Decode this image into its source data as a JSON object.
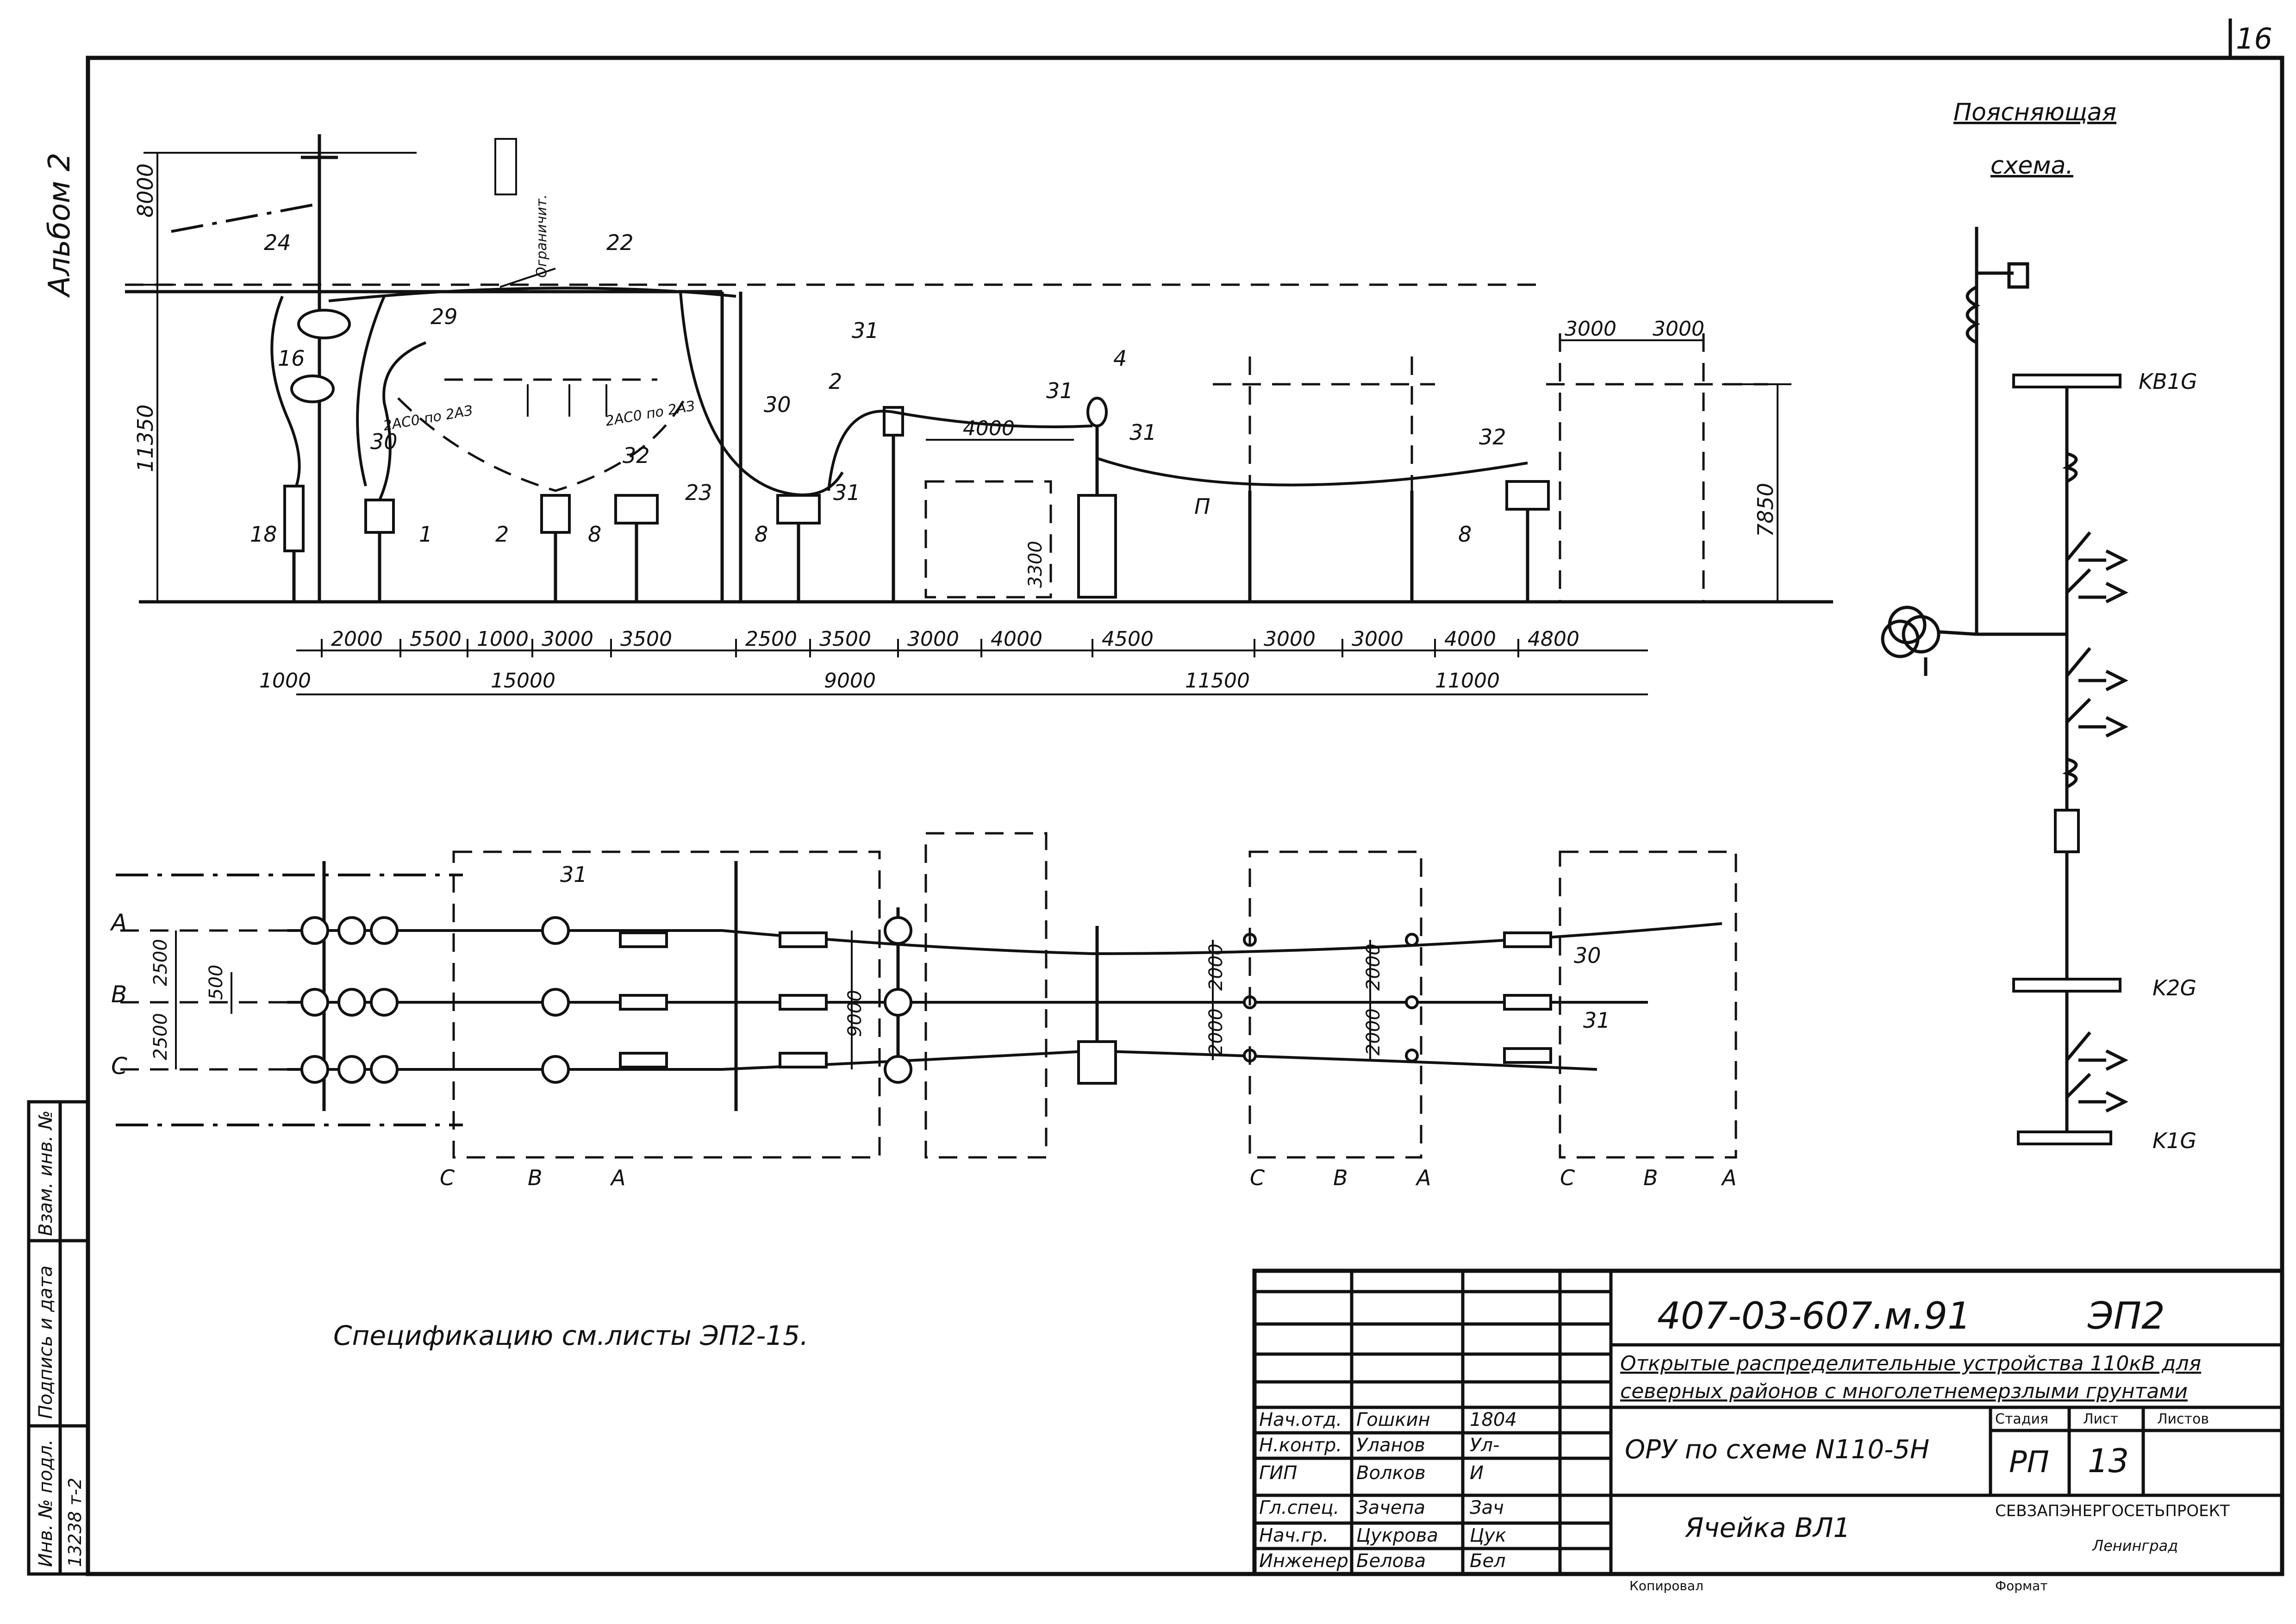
{
  "sheet": {
    "page_number": "16",
    "album": "Альбом 2",
    "spec_note": "Спецификацию см.листы ЭП2-15.",
    "copied_label": "Копировал",
    "format_label": "Формат"
  },
  "legend": {
    "title_line1": "Поясняющая",
    "title_line2": "схема.",
    "labels": [
      "KB1G",
      "K2G",
      "K1G"
    ]
  },
  "section": {
    "dim_top": "8000",
    "dim_height": "11350",
    "dim_right": "7850",
    "dim_mid": "4000",
    "dim_small": "3300",
    "dim_3000a": "3000",
    "dim_3000b": "3000",
    "pos_labels": [
      "24",
      "22",
      "29",
      "16",
      "30",
      "18",
      "1",
      "2",
      "32",
      "8",
      "23",
      "30",
      "31",
      "2",
      "8",
      "31",
      "31",
      "4",
      "31",
      "П",
      "32",
      "8"
    ],
    "arrester_label": "Ограничит.",
    "inscription_a": "2АС0 по 2АЗ",
    "inscription_b": "2АС0 по 2АЗ",
    "dims_row1": [
      "2000",
      "5500",
      "1000",
      "3000",
      "3500",
      "2500",
      "3500",
      "3000",
      "4000",
      "4500",
      "3000",
      "3000",
      "4000",
      "4800"
    ],
    "dims_row2": [
      "1000",
      "15000",
      "9000",
      "11500",
      "11000"
    ]
  },
  "plan": {
    "phases_left": [
      "A",
      "B",
      "C"
    ],
    "dims_left": [
      "2500",
      "2500",
      "500"
    ],
    "dims_mid": [
      "9000",
      "2000",
      "2000",
      "2000",
      "2000"
    ],
    "pos_labels": [
      "31",
      "30",
      "31"
    ],
    "phase_bottom": [
      "C",
      "B",
      "A",
      "C",
      "B",
      "A",
      "C",
      "B",
      "A"
    ]
  },
  "side_stamp": {
    "inv_no": "Инв. № подл.",
    "sign_date": "Подпись и дата",
    "replace_inv": "Взам. инв. №",
    "inv_value": "13238 т-2"
  },
  "title_block": {
    "code": "407-03-607.м.91",
    "sheet_code": "ЭП2",
    "project_line1": "Открытые распределительные устройства 110кВ для",
    "project_line2": "северных районов с многолетнемерзлыми грунтами",
    "drawing_title": "ОРУ по схеме N110-5Н",
    "cell_title": "Ячейка ВЛ1",
    "stage_label": "Стадия",
    "sheet_label": "Лист",
    "sheets_label": "Листов",
    "stage_value": "РП",
    "sheet_value": "13",
    "org_name": "СЕВЗАПЭНЕРГОСЕТЬПРОЕКТ",
    "org_city": "Ленинград",
    "roles": [
      {
        "role": "Нач.отд.",
        "name": "Гошкин",
        "sign": "1804"
      },
      {
        "role": "Н.контр.",
        "name": "Уланов",
        "sign": "Ул-"
      },
      {
        "role": "ГИП",
        "name": "Волков",
        "sign": "И"
      },
      {
        "role": "Гл.спец.",
        "name": "Зачепа",
        "sign": "Зач"
      },
      {
        "role": "Нач.гр.",
        "name": "Цукрова",
        "sign": "Цук"
      },
      {
        "role": "Инженер",
        "name": "Белова",
        "sign": "Бел"
      }
    ]
  }
}
